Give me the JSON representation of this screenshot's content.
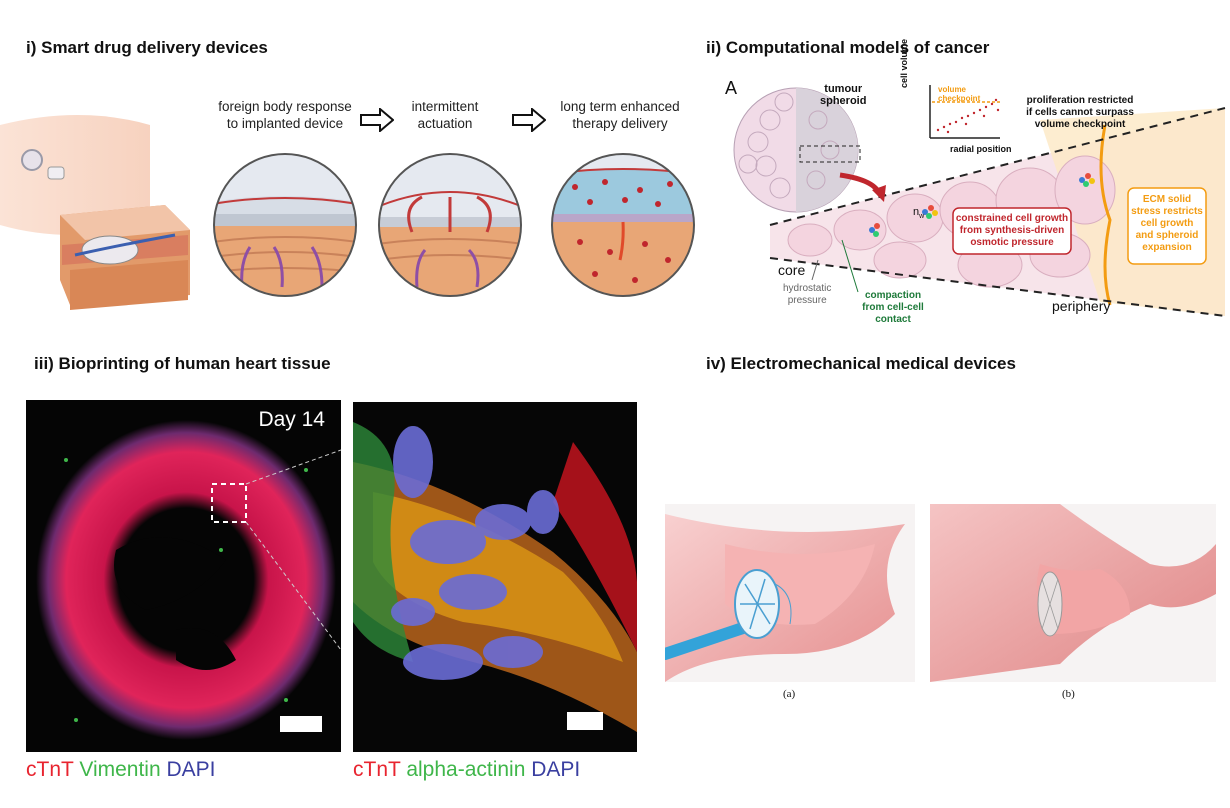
{
  "panels": {
    "p1": {
      "title": "i) Smart drug delivery devices",
      "steps": [
        {
          "line1": "foreign body response",
          "line2": "to implanted device"
        },
        {
          "line1": "intermittent",
          "line2": "actuation"
        },
        {
          "line1": "long term enhanced",
          "line2": "therapy delivery"
        }
      ]
    },
    "p2": {
      "title": "ii) Computational models of cancer",
      "panel_letter": "A",
      "spheroid_label_1": "tumour",
      "spheroid_label_2": "spheroid",
      "inset_ylabel": "cell volume",
      "inset_xlabel": "radial position",
      "inset_line_label_1": "volume",
      "inset_line_label_2": "checkpoint",
      "prolif_1": "proliferation restricted",
      "prolif_2": "if cells cannot surpass",
      "prolif_3": "volume checkpoint",
      "constrained_1": "constrained cell growth",
      "constrained_2": "from synthesis-driven",
      "constrained_3": "osmotic pressure",
      "ecm_1": "ECM solid",
      "ecm_2": "stress restricts",
      "ecm_3": "cell growth",
      "ecm_4": "and spheroid",
      "ecm_5": "expansion",
      "core": "core",
      "periphery": "periphery",
      "hydro_1": "hydrostatic",
      "hydro_2": "pressure",
      "compact_1": "compaction",
      "compact_2": "from cell-cell",
      "compact_3": "contact",
      "n_label": "n",
      "n_sub": "w"
    },
    "p3": {
      "title": "iii) Bioprinting of human heart tissue",
      "day_label": "Day 14",
      "legend_left": [
        {
          "text": "cTnT",
          "color": "#e8242f"
        },
        {
          "text": "Vimentin",
          "color": "#3fb64a"
        },
        {
          "text": "DAPI",
          "color": "#3a3fa0"
        }
      ],
      "legend_right": [
        {
          "text": "cTnT",
          "color": "#e8242f"
        },
        {
          "text": "alpha-actinin",
          "color": "#3fb64a"
        },
        {
          "text": "DAPI",
          "color": "#3a3fa0"
        }
      ]
    },
    "p4": {
      "title": "iv) Electromechanical medical devices",
      "label_a": "(a)",
      "label_b": "(b)"
    }
  },
  "colors": {
    "accent_red": "#c0262d",
    "orange": "#f39c12",
    "green_text": "#1e7a3a",
    "tissue_pink": "#f3c8cc"
  }
}
